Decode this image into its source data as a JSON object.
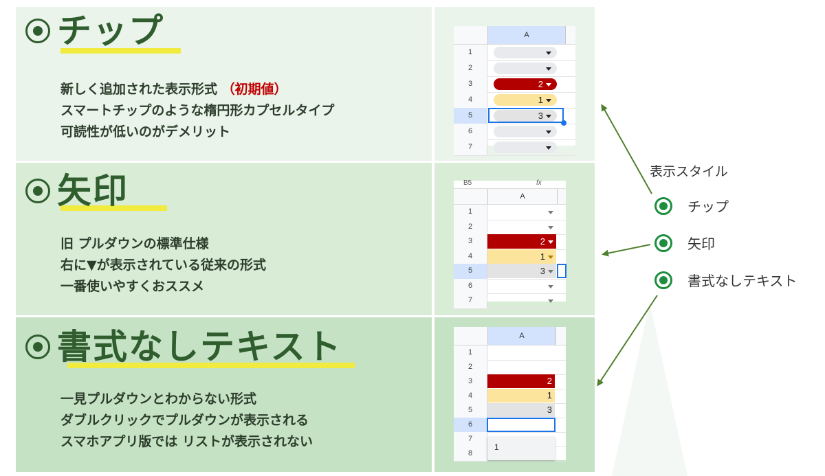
{
  "sections": [
    {
      "title": "チップ",
      "desc": [
        "新しく追加された表示形式",
        "（初期値）",
        "スマートチップのような楕円形カプセルタイプ",
        "可読性が低いのがデメリット"
      ]
    },
    {
      "title": "矢印",
      "desc": [
        "旧 プルダウンの標準仕様",
        "右に▼が表示されている従来の形式",
        "一番使いやすくおススメ"
      ]
    },
    {
      "title": "書式なしテキスト",
      "desc": [
        "一見プルダウンとわからない形式",
        "ダブルクリックでプルダウンが表示される",
        "スマホアプリ版では リストが表示されない"
      ]
    }
  ],
  "sheets": {
    "col_header": "A",
    "chip": {
      "rows": [
        "1",
        "2",
        "3",
        "4",
        "5",
        "6",
        "7"
      ],
      "values": [
        "",
        "",
        "2",
        "1",
        "3",
        "",
        ""
      ]
    },
    "arrow": {
      "name_box": "B5",
      "fx": "fx",
      "rows": [
        "1",
        "2",
        "3",
        "4",
        "5",
        "6",
        "7"
      ],
      "values": [
        "",
        "",
        "2",
        "1",
        "3",
        "",
        ""
      ]
    },
    "plain": {
      "rows": [
        "1",
        "2",
        "3",
        "4",
        "5",
        "6",
        "7",
        "8"
      ],
      "values": [
        "",
        "",
        "2",
        "1",
        "3",
        "",
        "",
        ""
      ],
      "dropdown_item": "1"
    }
  },
  "radio_panel": {
    "title": "表示スタイル",
    "options": [
      "チップ",
      "矢印",
      "書式なしテキスト"
    ]
  },
  "colors": {
    "red": "#b20000",
    "yellow": "#fde49c",
    "gray": "#e3e3e3",
    "green": "#1e8e3e",
    "arrow": "#4f7f2e"
  }
}
